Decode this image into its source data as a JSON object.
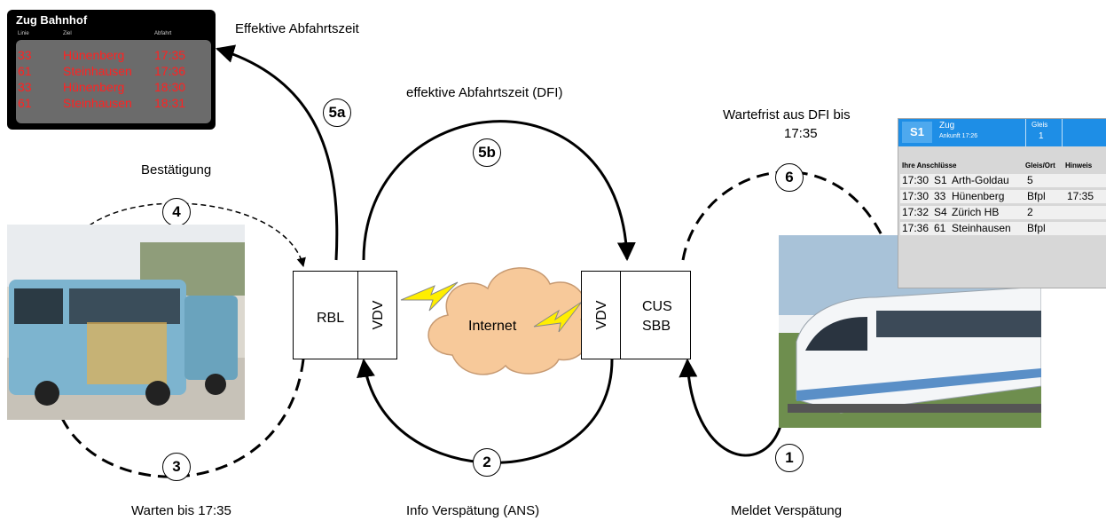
{
  "board": {
    "title": "Zug Bahnhof",
    "headers": [
      "Linie",
      "Ziel",
      "Abfahrt"
    ],
    "rows": [
      {
        "line": "33",
        "dest": "Hünenberg",
        "time": "17:35"
      },
      {
        "line": "61",
        "dest": "Steinhausen",
        "time": "17:36"
      },
      {
        "line": "33",
        "dest": "Hünenberg",
        "time": "18:30"
      },
      {
        "line": "61",
        "dest": "Steinhausen",
        "time": "18:31"
      }
    ]
  },
  "labels": {
    "effektive": "Effektive Abfahrtszeit",
    "effektive_dfi": "effektive Abfahrtszeit (DFI)",
    "wartefrist_1": "Wartefrist aus DFI bis",
    "wartefrist_2": "17:35",
    "bestaetigung": "Bestätigung",
    "warten": "Warten bis 17:35",
    "info": "Info Verspätung (ANS)",
    "meldet": "Meldet Verspätung",
    "internet": "Internet"
  },
  "steps": {
    "s5a": "5a",
    "s5b": "5b",
    "s6": "6",
    "s4": "4",
    "s3": "3",
    "s2": "2",
    "s1": "1"
  },
  "boxes": {
    "rbl": "RBL",
    "vdv_left": "VDV",
    "vdv_right": "VDV",
    "cus": "CUS",
    "sbb": "SBB"
  },
  "conn_table": {
    "line_badge": "S1",
    "train": "Zug",
    "arrival": "Ankunft 17:26",
    "gleis_label": "Gleis",
    "gleis_value": "1",
    "col_anschluesse": "Ihre Anschlüsse",
    "col_gleis": "Gleis/Ort",
    "col_hinweis": "Hinweis",
    "rows": [
      {
        "time": "17:30",
        "line": "S1",
        "dest": "Arth-Goldau",
        "gleis": "5",
        "note": ""
      },
      {
        "time": "17:30",
        "line": "33",
        "dest": "Hünenberg",
        "gleis": "Bfpl",
        "note": "17:35"
      },
      {
        "time": "17:32",
        "line": "S4",
        "dest": "Zürich HB",
        "gleis": "2",
        "note": ""
      },
      {
        "time": "17:36",
        "line": "61",
        "dest": "Steinhausen",
        "gleis": "Bfpl",
        "note": ""
      }
    ]
  },
  "colors": {
    "board_bg": "#000000",
    "board_text": "#ff2222",
    "cloud": "#f7c99a",
    "lightning": "#ffee00",
    "table_head": "#1e8ee6"
  }
}
